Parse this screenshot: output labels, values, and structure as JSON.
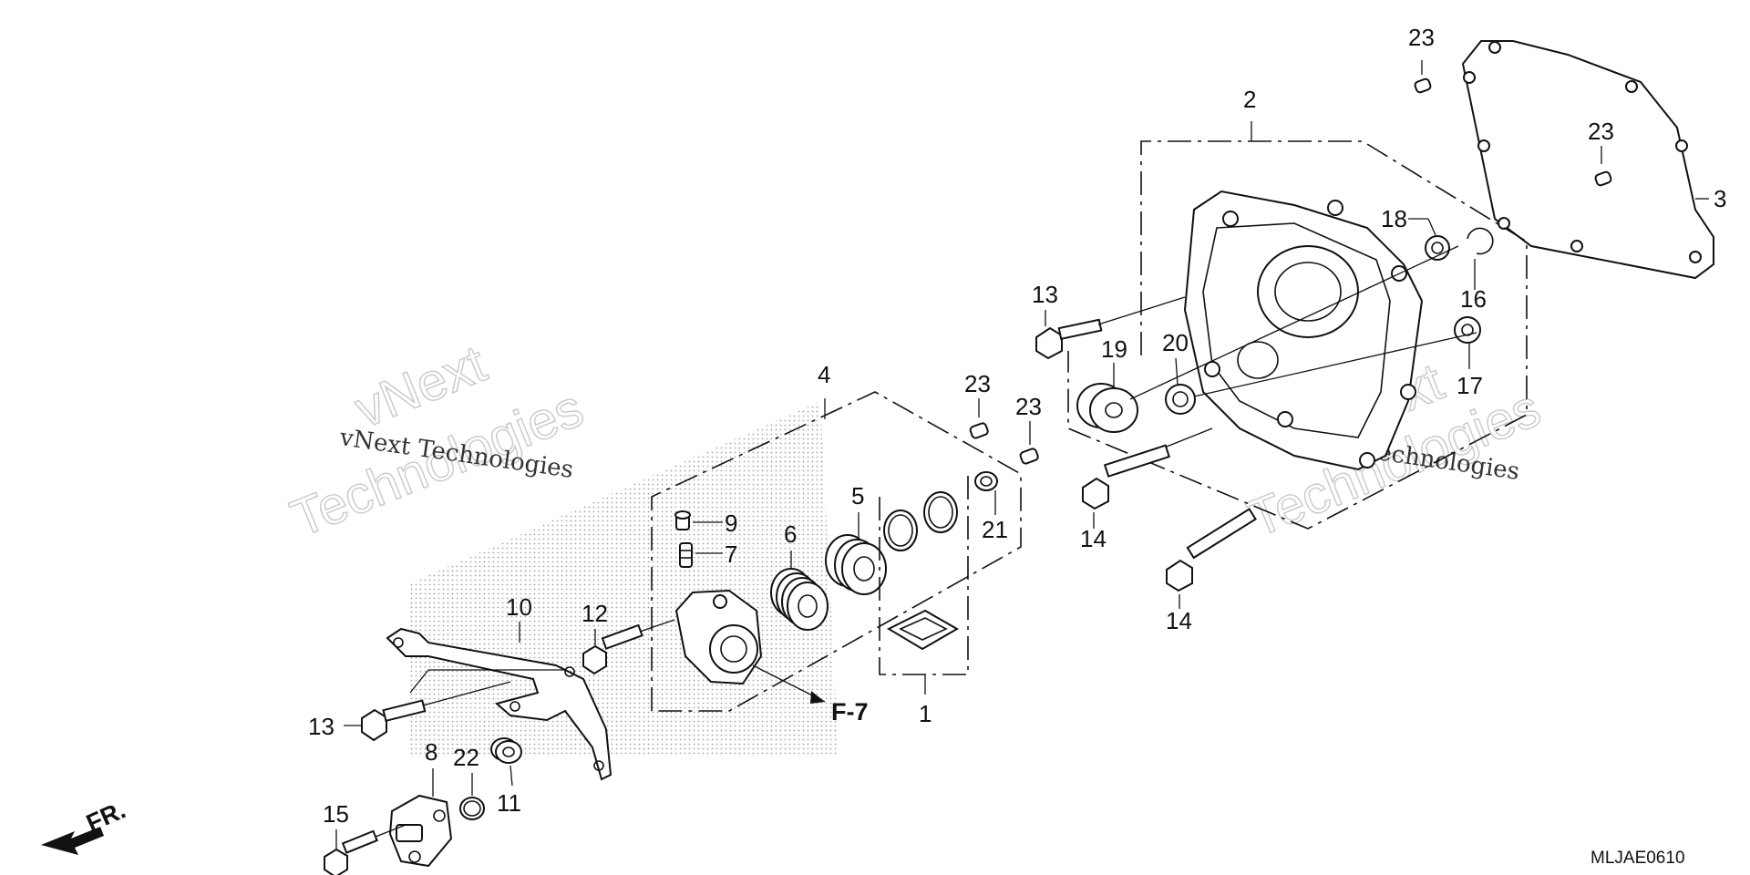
{
  "diagram": {
    "part_numbers": [
      {
        "id": "p23a",
        "label": "23"
      },
      {
        "id": "p2",
        "label": "2"
      },
      {
        "id": "p23b",
        "label": "23"
      },
      {
        "id": "p3",
        "label": "3"
      },
      {
        "id": "p18",
        "label": "18"
      },
      {
        "id": "p13a",
        "label": "13"
      },
      {
        "id": "p16",
        "label": "16"
      },
      {
        "id": "p19",
        "label": "19"
      },
      {
        "id": "p20",
        "label": "20"
      },
      {
        "id": "p17",
        "label": "17"
      },
      {
        "id": "p4",
        "label": "4"
      },
      {
        "id": "p23c",
        "label": "23"
      },
      {
        "id": "p23d",
        "label": "23"
      },
      {
        "id": "p14a",
        "label": "14"
      },
      {
        "id": "p14b",
        "label": "14"
      },
      {
        "id": "p9",
        "label": "9"
      },
      {
        "id": "p7",
        "label": "7"
      },
      {
        "id": "p6",
        "label": "6"
      },
      {
        "id": "p5",
        "label": "5"
      },
      {
        "id": "p21",
        "label": "21"
      },
      {
        "id": "p10",
        "label": "10"
      },
      {
        "id": "p12",
        "label": "12"
      },
      {
        "id": "p1",
        "label": "1"
      },
      {
        "id": "p13b",
        "label": "13"
      },
      {
        "id": "p8",
        "label": "8"
      },
      {
        "id": "p22",
        "label": "22"
      },
      {
        "id": "p11",
        "label": "11"
      },
      {
        "id": "p15",
        "label": "15"
      }
    ],
    "reference_callout": "F-7",
    "front_indicator": "FR.",
    "diagram_code": "MLJAE0610",
    "watermark": {
      "line1": "vNext",
      "line2": "Technologies",
      "small": "vNext Technologies"
    }
  }
}
